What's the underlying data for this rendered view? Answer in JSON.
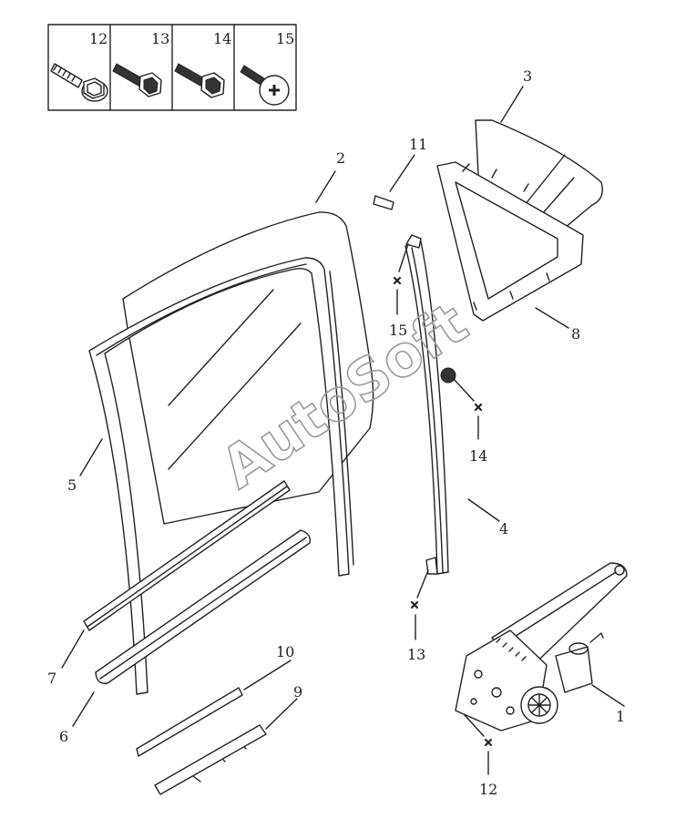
{
  "watermark": "AutoSoft",
  "fastener_panel": {
    "items": [
      {
        "id": "12",
        "label": "12",
        "icon": "flange-bolt-icon"
      },
      {
        "id": "13",
        "label": "13",
        "icon": "hex-bolt-icon"
      },
      {
        "id": "14",
        "label": "14",
        "icon": "flange-bolt-icon"
      },
      {
        "id": "15",
        "label": "15",
        "icon": "phillips-screw-icon"
      }
    ]
  },
  "callouts": [
    {
      "id": "1",
      "label": "1"
    },
    {
      "id": "2",
      "label": "2"
    },
    {
      "id": "3",
      "label": "3"
    },
    {
      "id": "4",
      "label": "4"
    },
    {
      "id": "5",
      "label": "5"
    },
    {
      "id": "6",
      "label": "6"
    },
    {
      "id": "7",
      "label": "7"
    },
    {
      "id": "8",
      "label": "8"
    },
    {
      "id": "9",
      "label": "9"
    },
    {
      "id": "10",
      "label": "10"
    },
    {
      "id": "11",
      "label": "11"
    },
    {
      "id": "12",
      "label": "12"
    },
    {
      "id": "13",
      "label": "13"
    },
    {
      "id": "14",
      "label": "14"
    },
    {
      "id": "15",
      "label": "15"
    }
  ]
}
